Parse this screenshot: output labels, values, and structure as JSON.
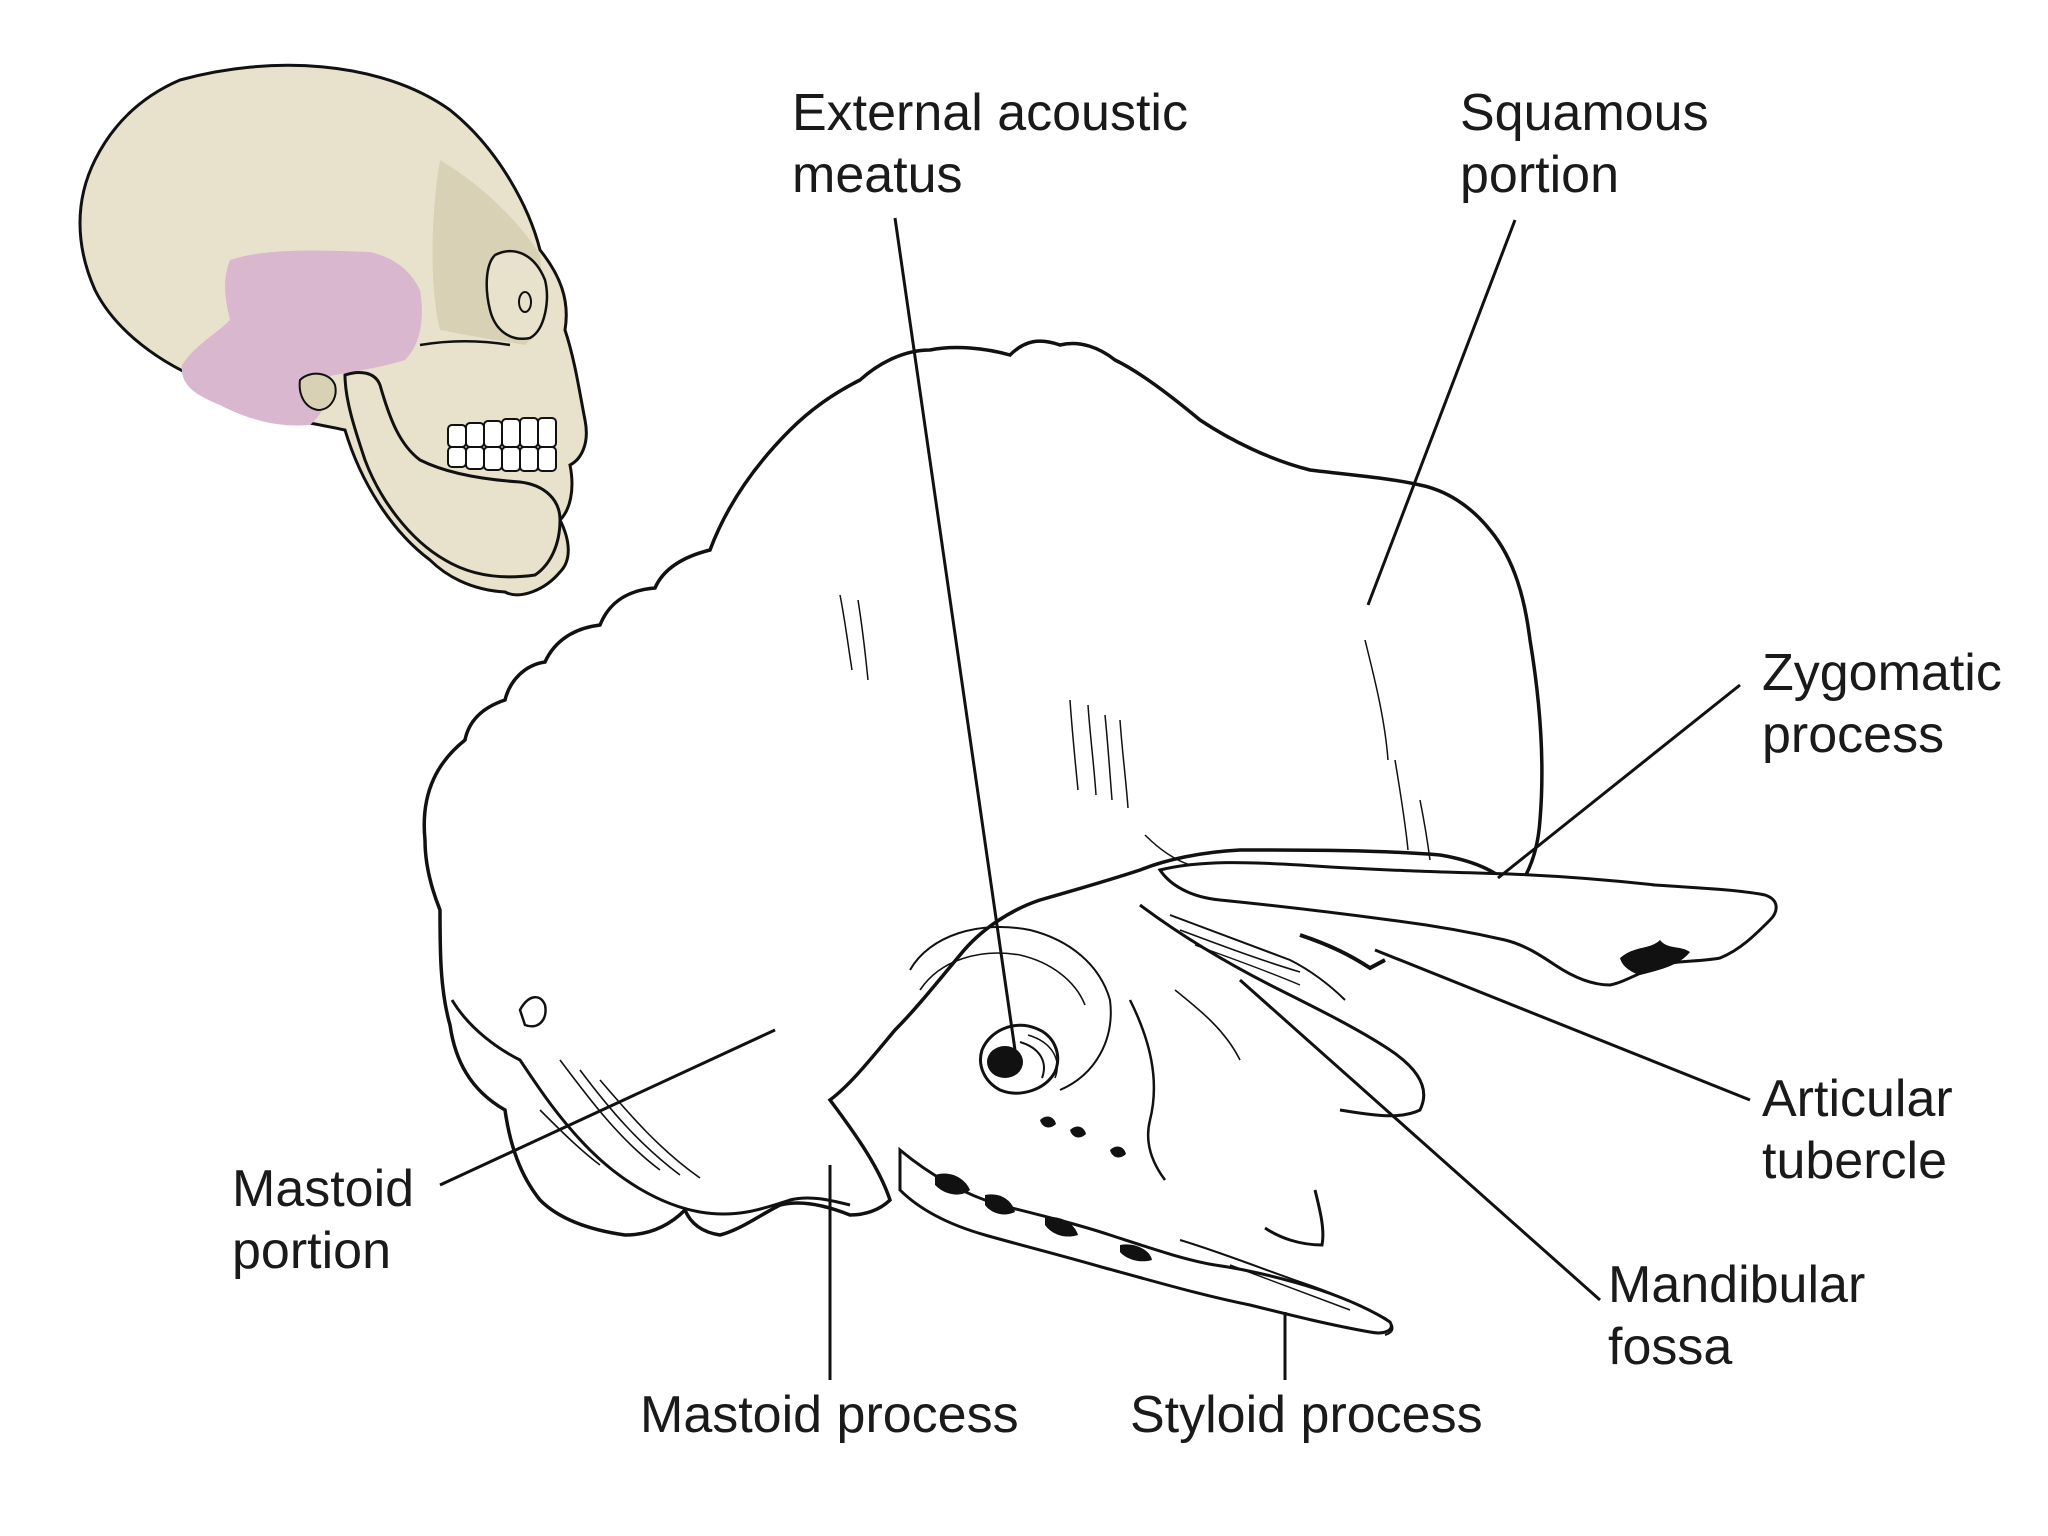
{
  "labels": {
    "external_acoustic_meatus": [
      "External acoustic",
      "meatus"
    ],
    "squamous_portion": [
      "Squamous",
      "portion"
    ],
    "zygomatic_process": [
      "Zygomatic",
      "process"
    ],
    "articular_tubercle": [
      "Articular",
      "tubercle"
    ],
    "mandibular_fossa": [
      "Mandibular",
      "fossa"
    ],
    "styloid_process": "Styloid process",
    "mastoid_process": "Mastoid process",
    "mastoid_portion": [
      "Mastoid",
      "portion"
    ]
  },
  "colors": {
    "highlight": "#d9b8cf",
    "skull_fill": "#e8e2cc",
    "skull_shade": "#d8d1b6",
    "outline": "#111111"
  }
}
